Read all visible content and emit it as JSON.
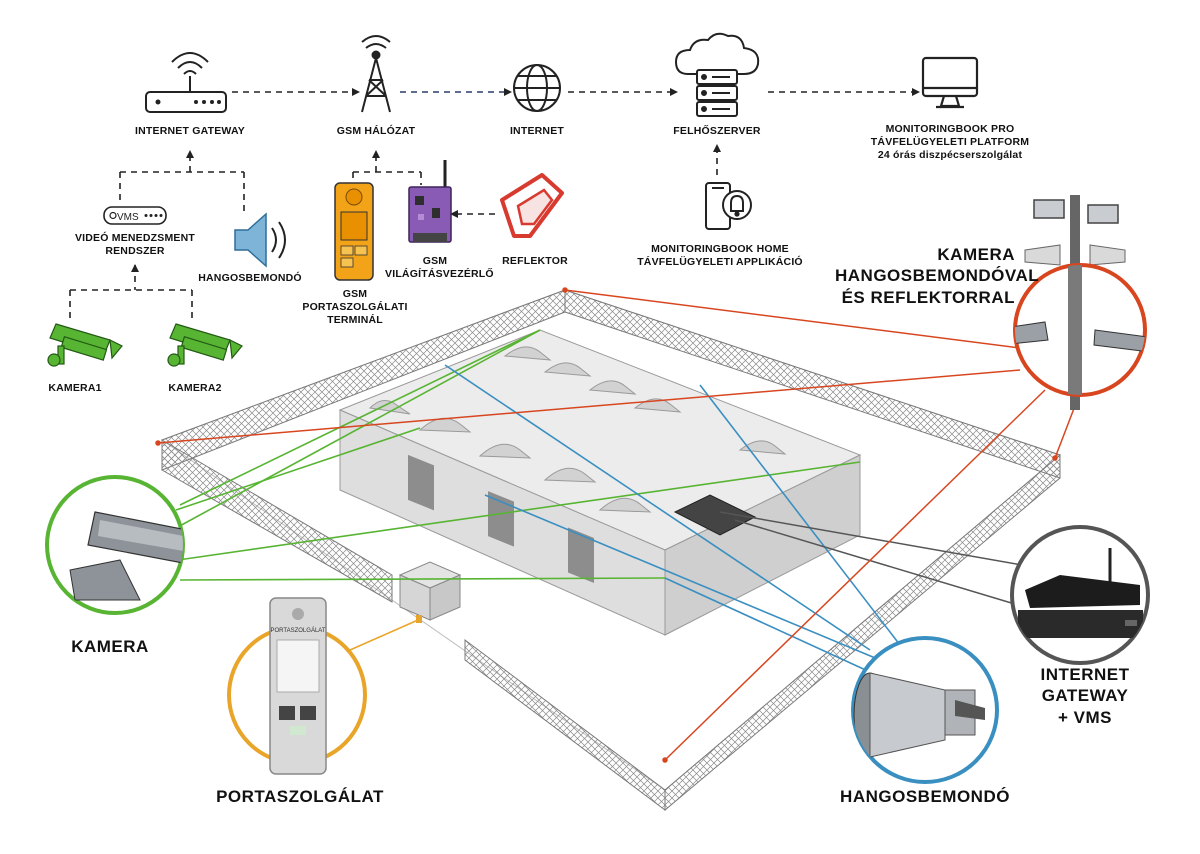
{
  "colors": {
    "camera_green": "#58b433",
    "gsm_red": "#d8461f",
    "speaker_blue": "#3a8fc1",
    "gateway_gray": "#555555",
    "intercom_orange": "#e9a52a",
    "reflector_red": "#d83a30",
    "gsm_orange": "#f2a318",
    "gsm_purple": "#8a5bb4",
    "speaker_lightblue": "#7eb4d8",
    "dark": "#222222"
  },
  "flow": {
    "internet_gateway": "INTERNET GATEWAY",
    "gsm_network": "GSM HÁLÓZAT",
    "internet": "INTERNET",
    "cloud_server": "FELHŐSZERVER",
    "platform": [
      "MONITORINGBOOK PRO",
      "TÁVFELÜGYELETI PLATFORM",
      "24 órás diszpécserszolgálat"
    ],
    "vms": [
      "VIDEÓ MENEDZSMENT",
      "RENDSZER"
    ],
    "vms_device_text": "VMS",
    "loudspeaker": "HANGOSBEMONDÓ",
    "gsm_terminal": [
      "GSM",
      "PORTASZOLGÁLATI",
      "TERMINÁL"
    ],
    "gsm_lighting": [
      "GSM",
      "VILÁGÍTÁSVEZÉRLŐ"
    ],
    "reflector": "REFLEKTOR",
    "home_app": [
      "MONITORINGBOOK HOME",
      "TÁVFELÜGYELETI APPLIKÁCIÓ"
    ],
    "camera1": "KAMERA1",
    "camera2": "KAMERA2"
  },
  "callouts": {
    "camera_pole": [
      "KAMERA",
      "HANGOSBEMONDÓVAL",
      "ÉS REFLEKTORRAL"
    ],
    "camera": "KAMERA",
    "gateway_vms": [
      "INTERNET GATEWAY",
      "+ VMS"
    ],
    "speaker": "HANGOSBEMONDÓ",
    "intercom": "PORTASZOLGÁLAT"
  },
  "intercom_panel": {
    "title": "PORTASZOLGÁLAT"
  },
  "icons": [
    "router-icon",
    "antenna-tower-icon",
    "globe-icon",
    "cloud-server-icon",
    "monitor-icon",
    "vms-device-icon",
    "speaker-icon",
    "gsm-terminal-icon",
    "gsm-controller-icon",
    "reflector-icon",
    "smartphone-bell-icon",
    "camera-icon"
  ]
}
